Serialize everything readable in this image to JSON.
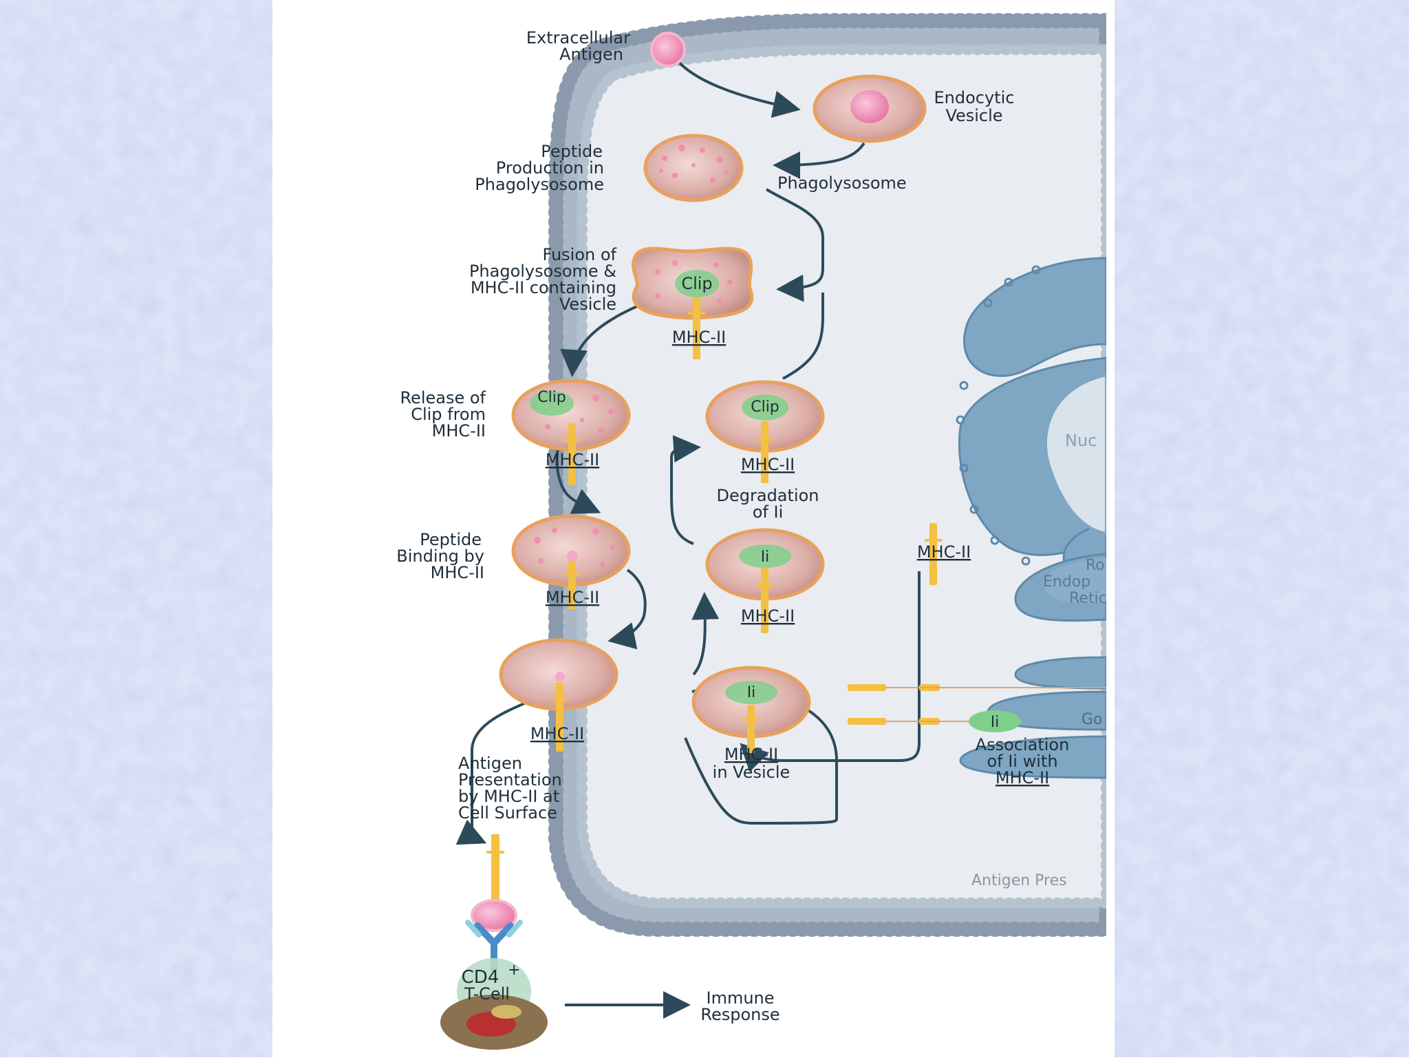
{
  "labels": {
    "extracellular_antigen": [
      "Extracellular",
      "Antigen"
    ],
    "endocytic_vesicle": [
      "Endocytic",
      "Vesicle"
    ],
    "peptide_production": [
      "Peptide",
      "Production in",
      "Phagolysosome"
    ],
    "phagolysosome": "Phagolysosome",
    "fusion": [
      "Fusion of",
      "Phagolysosome &",
      "MHC-II containing",
      "Vesicle"
    ],
    "release_clip": [
      "Release of",
      "Clip from",
      "MHC-II"
    ],
    "degradation": [
      "Degradation",
      "of Ii"
    ],
    "peptide_binding": [
      "Peptide",
      "Binding by",
      "MHC-II"
    ],
    "antigen_presentation": [
      "Antigen",
      "Presentation",
      "by MHC-II at",
      "Cell Surface"
    ],
    "mhc_in_vesicle": [
      "MHC-II",
      "in Vesicle"
    ],
    "association": [
      "Association",
      "of Ii with",
      "MHC-II"
    ],
    "mhc": "MHC-II",
    "clip": "Clip",
    "ii": "Ii",
    "cd4": "CD4",
    "cd4_sup": "+",
    "tcell": "T-Cell",
    "immune_response": [
      "Immune",
      "Response"
    ],
    "nucleus_partial": "Nuc",
    "er_partial": [
      "Ro",
      "Endop",
      "Retic"
    ],
    "golgi_partial": "Go",
    "apc_partial": "Antigen Pres"
  },
  "colors": {
    "background_tile": "#c7d3ee",
    "cell_interior": "#e9ecf1",
    "membrane": "#a9b7c6",
    "arrow": "#2c4a5a",
    "vesicle_rim": "#e8a15e",
    "vesicle_fill": "#e7c4bd",
    "pink_dot": "#f08fb1",
    "clip_green": "#7fcf8a",
    "mhc_yellow": "#f4c041",
    "organelle": "#7fa6c2"
  }
}
